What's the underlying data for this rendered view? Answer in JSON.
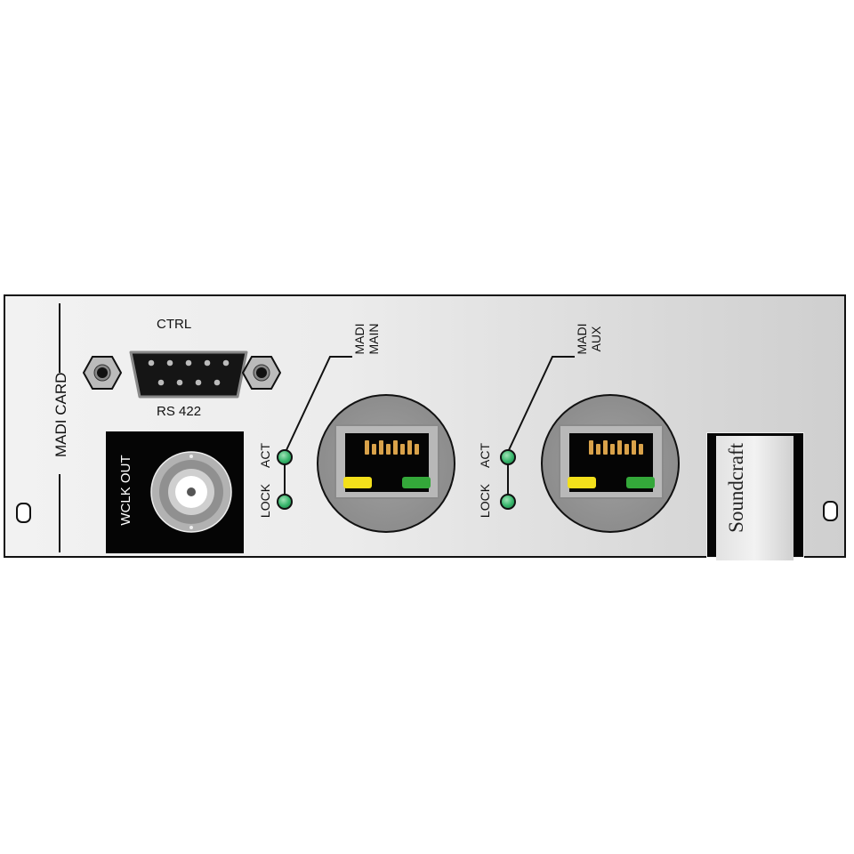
{
  "card": {
    "title": "MADI CARD",
    "brand": "Soundcraft"
  },
  "ctrl": {
    "label_top": "CTRL",
    "label_bottom": "RS 422"
  },
  "wclk": {
    "label": "WCLK OUT"
  },
  "madi_main": {
    "label_line1": "MADI",
    "label_line2": "MAIN",
    "led_act": "ACT",
    "led_lock": "LOCK"
  },
  "madi_aux": {
    "label_line1": "MADI",
    "label_line2": "AUX",
    "led_act": "ACT",
    "led_lock": "LOCK"
  },
  "colors": {
    "led_green": "#35b46a",
    "port_led_yellow": "#f3e01b",
    "port_led_green": "#34a83a",
    "pin_gold": "#d9a24a"
  }
}
